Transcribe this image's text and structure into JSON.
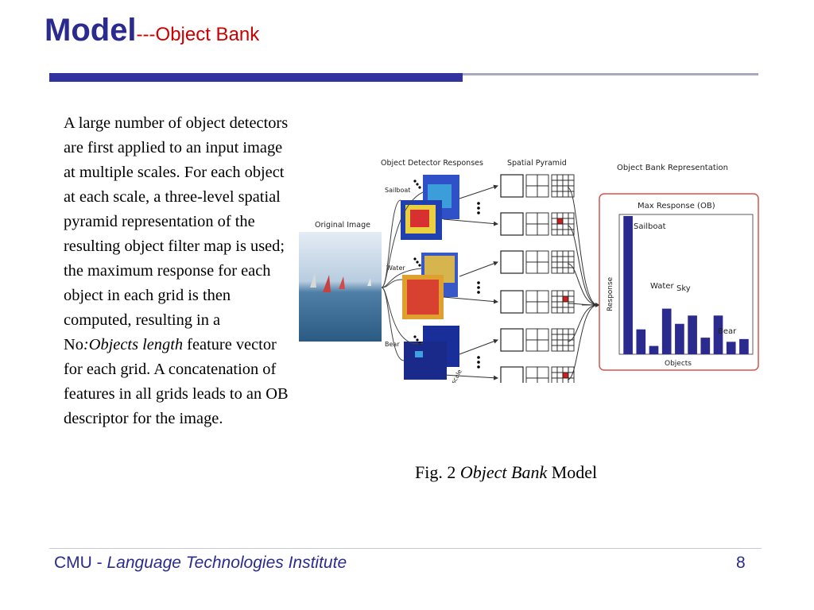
{
  "title": {
    "main": "Model",
    "sub": "---Object Bank"
  },
  "body": {
    "part1": "A large number of object detectors are first applied to an input image at multiple scales. For each object at each scale, a three-level spatial pyramid representation of the resulting object filter map is used; the maximum response for each object in each grid is then computed, resulting in a No",
    "italic1": ":Objects length",
    "part2": " feature vector for each grid. A concatenation of features in all grids leads to an OB descriptor for the image."
  },
  "figure": {
    "original_image_label": "Original Image",
    "detector_responses_label": "Object Detector Responses",
    "spatial_pyramid_label": "Spatial Pyramid",
    "ob_representation_label": "Object Bank Representation",
    "detector_scale_label": "detector scale",
    "row_labels": [
      "Sailboat",
      "Water",
      "Bear"
    ],
    "chart": {
      "title": "Max Response (OB)",
      "ylabel": "Response",
      "xlabel": "Objects",
      "bar_labels": [
        "Sailboat",
        "Water",
        "Sky",
        "Bear"
      ],
      "bar_color": "#2b2b8f",
      "border_color": "#d9534f"
    }
  },
  "caption": {
    "prefix": "Fig. 2 ",
    "italic": "Object Bank",
    "suffix": " Model"
  },
  "footer": {
    "org": "CMU - ",
    "institute": "Language Technologies Institute",
    "page_number": "8"
  },
  "colors": {
    "title_blue": "#2b2b8f",
    "title_red": "#cc0000",
    "footer_blue": "#2b2b8f"
  },
  "chart_data": {
    "type": "bar",
    "title": "Max Response (OB)",
    "xlabel": "Objects",
    "ylabel": "Response",
    "values": [
      1.0,
      0.18,
      0.06,
      0.33,
      0.22,
      0.28,
      0.12,
      0.28,
      0.09,
      0.11
    ],
    "annotations": [
      "Sailboat",
      "Water",
      "Sky",
      "Bear"
    ]
  }
}
